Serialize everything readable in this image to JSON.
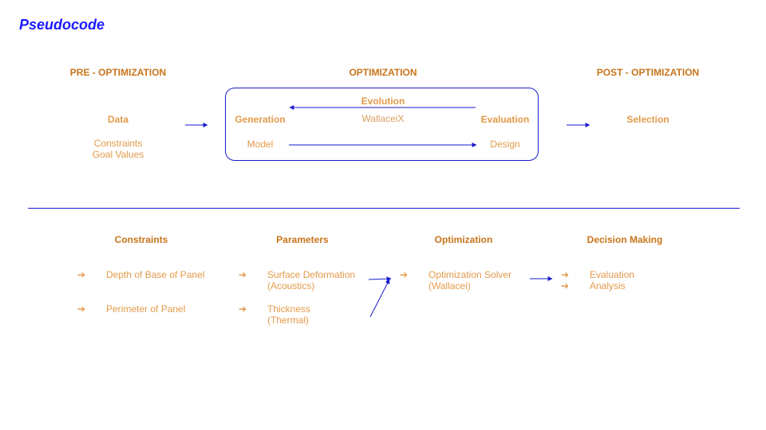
{
  "title": "Pseudocode",
  "top": {
    "pre_header": "PRE - OPTIMIZATION",
    "opt_header": "OPTIMIZATION",
    "post_header": "POST - OPTIMIZATION",
    "data_label": "Data",
    "data_items": [
      "Constraints",
      "Goal Values"
    ],
    "generation": "Generation",
    "model": "Model",
    "evolution": "Evolution",
    "wallaceix": "WallaceiX",
    "evaluation": "Evaluation",
    "design": "Design",
    "selection": "Selection"
  },
  "bottom": {
    "constraints_header": "Constraints",
    "parameters_header": "Parameters",
    "optimization_header": "Optimization",
    "decision_header": "Decision Making",
    "arrow_glyph": "➔",
    "constraints": [
      "Depth of Base of Panel",
      "Perimeter of Panel"
    ],
    "parameters": [
      [
        "Surface Deformation",
        "(Acoustics)"
      ],
      [
        "Thickness",
        "(Thermal)"
      ]
    ],
    "optimization": [
      "Optimization Solver",
      "(Wallacei)"
    ],
    "decision": [
      "Evaluation",
      "Analysis"
    ]
  },
  "colors": {
    "title": "#1a1aff",
    "header": "#c8741a",
    "label": "#e39a4a",
    "line": "#1a1acc"
  }
}
